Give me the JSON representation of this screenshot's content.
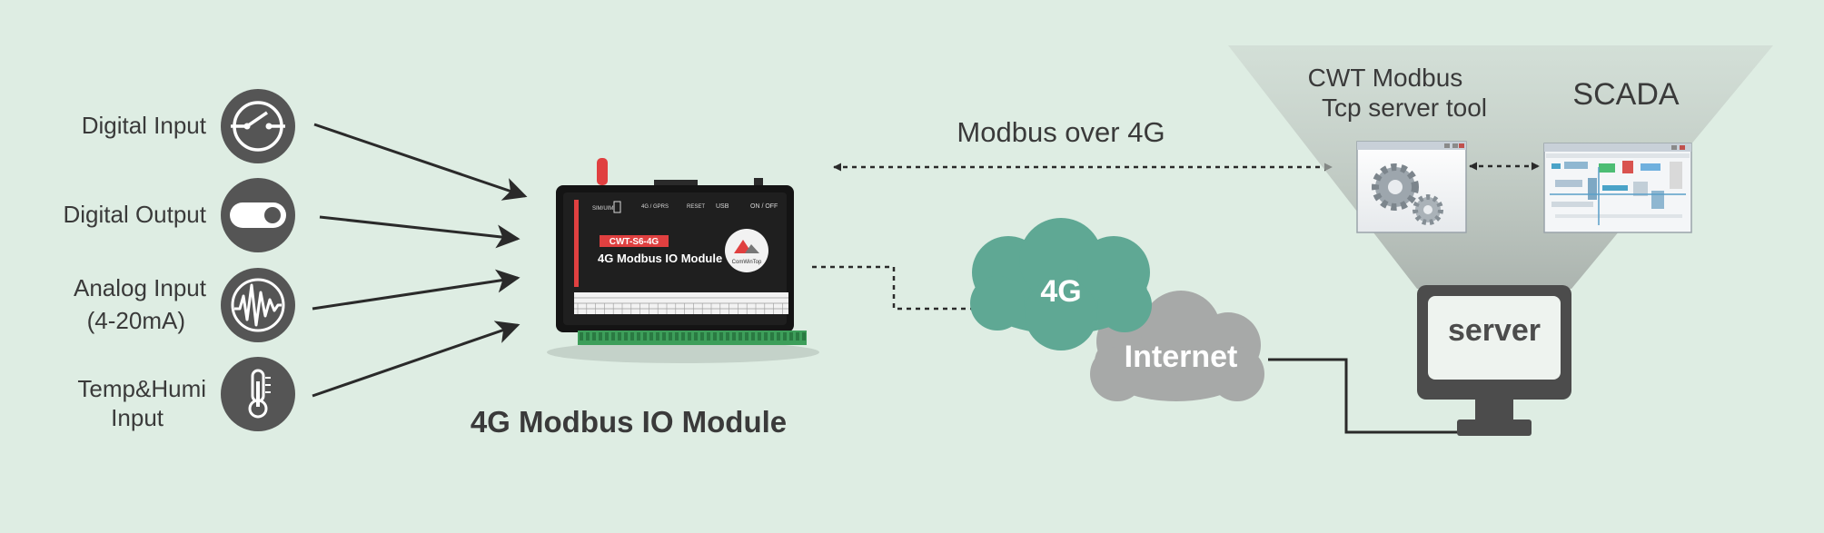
{
  "inputs": [
    {
      "label_lines": [
        "Digital Input"
      ],
      "icon": "switch-icon"
    },
    {
      "label_lines": [
        "Digital Output"
      ],
      "icon": "toggle-icon"
    },
    {
      "label_lines": [
        "Analog Input",
        "(4-20mA)"
      ],
      "icon": "waveform-icon"
    },
    {
      "label_lines": [
        "Temp&Humi",
        "Input"
      ],
      "icon": "thermometer-icon"
    }
  ],
  "module": {
    "caption": "4G Modbus IO Module",
    "model": "CWT-S6-4G",
    "name": "4G Modbus IO Module",
    "brand": "ComWinTop",
    "panel_labels": {
      "sim": "SIM/UIM",
      "ant": "4G / GPRS",
      "reset": "RESET",
      "usb": "USB",
      "power": "ON / OFF"
    }
  },
  "link": {
    "modbus_label": "Modbus over 4G"
  },
  "clouds": {
    "cell": "4G",
    "internet": "Internet"
  },
  "server_side": {
    "tool_lines": [
      "CWT Modbus",
      "Tcp server tool"
    ],
    "scada": "SCADA",
    "server": "server"
  },
  "colors": {
    "background": "#deede3",
    "icon_circle": "#555555",
    "cloud_4g": "#5fa894",
    "cloud_internet": "#a7a9a8",
    "device_body": "#141414",
    "accent_red": "#e04040",
    "monitor": "#4c4c4c"
  }
}
